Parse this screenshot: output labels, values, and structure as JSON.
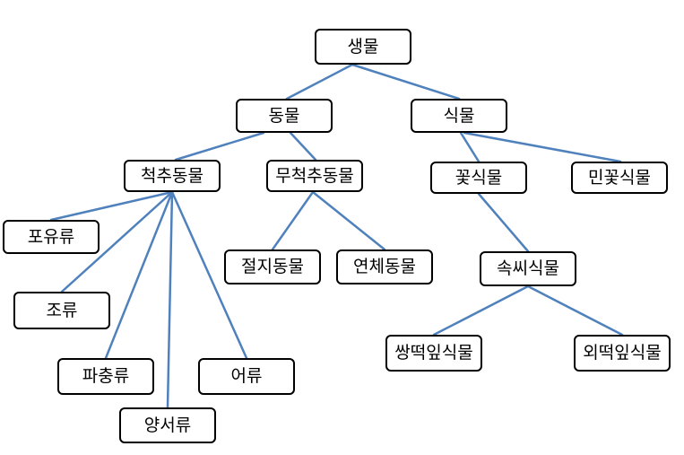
{
  "diagram": {
    "line_color": "#4f81bd",
    "box_border_color": "#000000",
    "nodes": {
      "root": "생물",
      "animal": "동물",
      "plant": "식물",
      "vertebrate": "척추동물",
      "invertebrate": "무척추동물",
      "mammal": "포유류",
      "bird": "조류",
      "reptile": "파충류",
      "amphibian": "양서류",
      "fish": "어류",
      "arthropod": "절지동물",
      "mollusk": "연체동물",
      "flowering": "꽃식물",
      "nonflowering": "민꽃식물",
      "angiosperm": "속씨식물",
      "dicot": "쌍떡잎식물",
      "monocot": "외떡잎식물"
    }
  }
}
